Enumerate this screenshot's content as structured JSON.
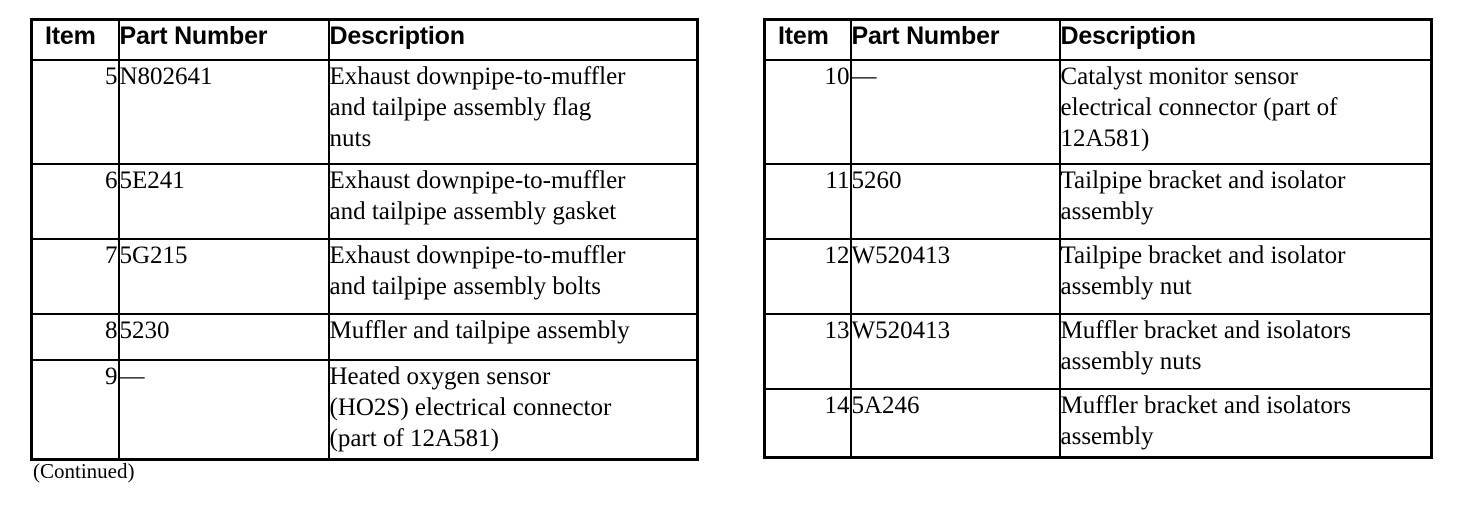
{
  "document": {
    "type": "parts-reference-table",
    "background_color": "#ffffff",
    "text_color": "#000000",
    "border_color": "#000000",
    "footnote": "(Continued)"
  },
  "tables": [
    {
      "id": "left",
      "columns": [
        "Item",
        "Part Number",
        "Description"
      ],
      "rows": [
        {
          "item": "5",
          "part_number": "N802641",
          "description": "Exhaust downpipe-to-muffler and tailpipe assembly flag nuts",
          "description_lines": [
            "Exhaust downpipe-to-muffler",
            "and tailpipe assembly flag",
            "nuts"
          ]
        },
        {
          "item": "6",
          "part_number": "5E241",
          "description": "Exhaust downpipe-to-muffler and tailpipe assembly gasket",
          "description_lines": [
            "Exhaust downpipe-to-muffler",
            "and tailpipe assembly gasket"
          ]
        },
        {
          "item": "7",
          "part_number": "5G215",
          "description": "Exhaust downpipe-to-muffler and tailpipe assembly bolts",
          "description_lines": [
            "Exhaust downpipe-to-muffler",
            "and tailpipe assembly bolts"
          ]
        },
        {
          "item": "8",
          "part_number": "5230",
          "description": "Muffler and tailpipe assembly",
          "description_lines": [
            "Muffler and tailpipe assembly"
          ]
        },
        {
          "item": "9",
          "part_number": "—",
          "description": "Heated oxygen sensor (HO2S) electrical connector (part of 12A581)",
          "description_lines": [
            "Heated oxygen sensor",
            "(HO2S) electrical connector",
            "(part of 12A581)"
          ]
        }
      ]
    },
    {
      "id": "right",
      "columns": [
        "Item",
        "Part Number",
        "Description"
      ],
      "rows": [
        {
          "item": "10",
          "part_number": "—",
          "description": "Catalyst monitor sensor electrical connector (part of 12A581)",
          "description_lines": [
            "Catalyst monitor sensor",
            "electrical connector (part of",
            "12A581)"
          ]
        },
        {
          "item": "11",
          "part_number": "5260",
          "description": "Tailpipe bracket and isolator assembly",
          "description_lines": [
            "Tailpipe bracket and isolator",
            "assembly"
          ]
        },
        {
          "item": "12",
          "part_number": "W520413",
          "description": "Tailpipe bracket and isolator assembly nut",
          "description_lines": [
            "Tailpipe bracket and isolator",
            "assembly nut"
          ]
        },
        {
          "item": "13",
          "part_number": "W520413",
          "description": "Muffler bracket and isolators assembly nuts",
          "description_lines": [
            "Muffler bracket and isolators",
            "assembly nuts"
          ]
        },
        {
          "item": "14",
          "part_number": "5A246",
          "description": "Muffler bracket and isolators assembly",
          "description_lines": [
            "Muffler bracket and isolators",
            "assembly"
          ]
        }
      ]
    }
  ]
}
